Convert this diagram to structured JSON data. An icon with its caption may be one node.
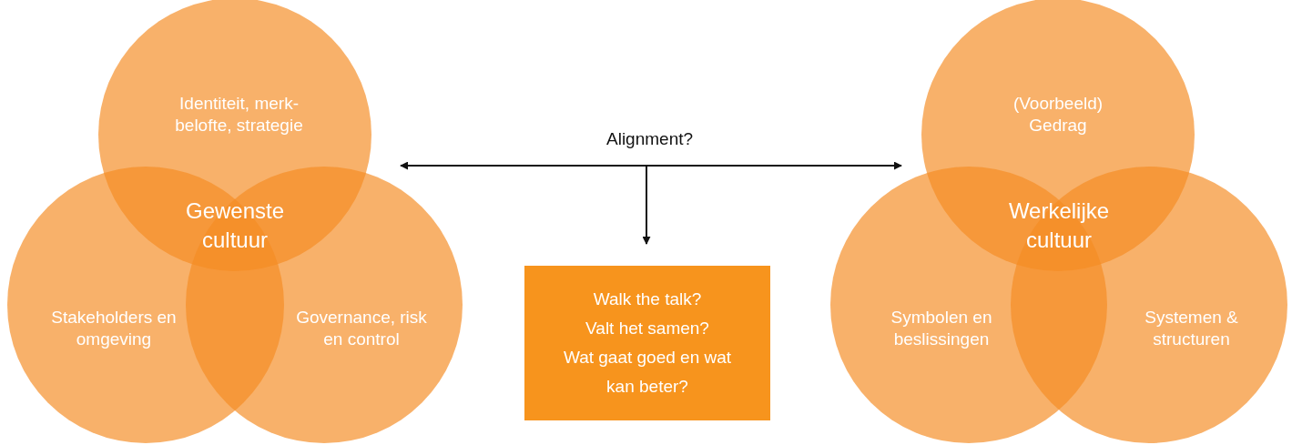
{
  "diagram": {
    "nodes": [
      {
        "text": [
          "Identiteit, merk-belofte, strategie"
        ]
      },
      {
        "text": [
          "Stakeholders en omgeving"
        ]
      },
      {
        "text": [
          "Governance, risk en control"
        ]
      },
      {
        "text": [
          "Gewenste cultuur"
        ]
      },
      {
        "text": [
          "(Voorbeeld) Gedrag"
        ]
      },
      {
        "text": [
          "Symbolen en beslissingen"
        ]
      },
      {
        "text": [
          "Systemen & structuren"
        ]
      },
      {
        "text": [
          "Werkelijke cultuur"
        ]
      },
      {
        "text": [
          "Walk the talk?",
          "Valt het samen?",
          "Wat gaat goed en wat kan beter?"
        ]
      }
    ],
    "edges": [
      {
        "from": 0,
        "to": 4,
        "arrow": "both",
        "label": "Alignment?"
      },
      {
        "from": null,
        "to": 8,
        "arrow": "to"
      }
    ]
  }
}
